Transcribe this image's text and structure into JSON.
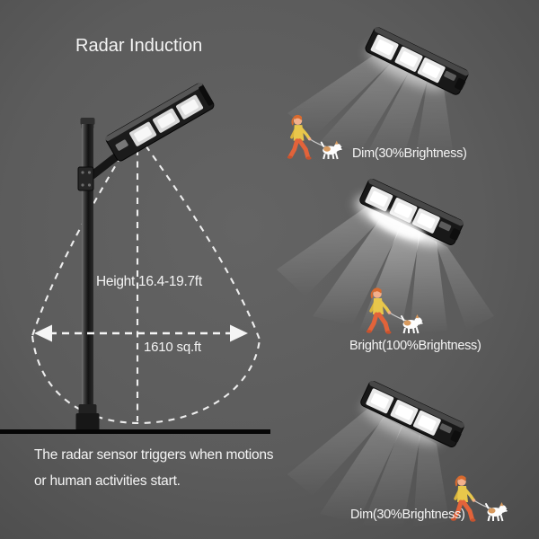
{
  "title": "Radar Induction",
  "diagram": {
    "height_label": "Height 16.4-19.7ft",
    "area_label": "1610 sq.ft",
    "caption_line1": "The radar sensor triggers when motions",
    "caption_line2": "or human activities start."
  },
  "scenes": [
    {
      "id": "top",
      "label": "Dim(30%Brightness)",
      "mode": "Dim",
      "brightness_percent": 30
    },
    {
      "id": "middle",
      "label": "Bright(100%Brightness)",
      "mode": "Bright",
      "brightness_percent": 100
    },
    {
      "id": "bottom",
      "label": "Dim(30%Brightness)",
      "mode": "Dim",
      "brightness_percent": 30
    }
  ],
  "colors": {
    "background": "#5d5d5d",
    "text": "#f4f4f4",
    "dashed_line": "#f5f5f5",
    "ground_line": "#060606",
    "fixture_body": "#1b1b1b",
    "led_panel": "#ececec",
    "beam": "#ffffff",
    "person_hair": "#d96a2e",
    "person_shirt": "#e8c74b",
    "person_pants": "#e2633a",
    "person_skin": "#f2b08c",
    "dog_body": "#fdfdfd",
    "dog_patch": "#d89a5e"
  }
}
